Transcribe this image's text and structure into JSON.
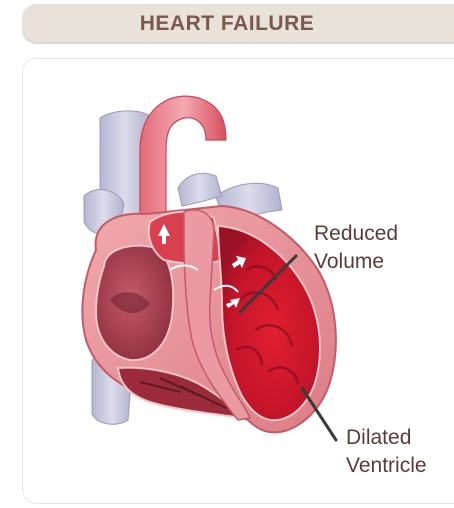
{
  "header": {
    "title": "HEART FAILURE"
  },
  "labels": {
    "reduced_volume": [
      "Reduced",
      "Volume"
    ],
    "dilated_ventricle": [
      "Dilated",
      "Ventricle"
    ]
  },
  "colors": {
    "title_bar": "#e9e2d9",
    "title_text": "#7a5a4e",
    "vessel_gray": "#c8c8dc",
    "heart_red": "#d9434f",
    "heart_dark": "#a8223a",
    "heart_pink": "#ec9aa2",
    "label_text": "#5a3c36"
  }
}
